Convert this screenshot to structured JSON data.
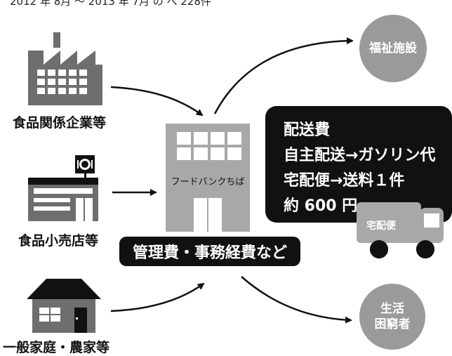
{
  "header_fragment": "2012 年 8月 ～ 2013 年 7月 の べ 228件",
  "sources": {
    "food_companies": "食品関係企業等",
    "food_retail": "食品小売店等",
    "households": "一般家庭・農家等"
  },
  "center": {
    "name": "フードバンクちば",
    "management_label": "管理費・事務経費など"
  },
  "destinations": {
    "welfare": "福祉施設",
    "needy": [
      "生活",
      "困窮者"
    ]
  },
  "delivery_box": {
    "lines": [
      "配送費",
      "自主配送→ガソリン代",
      "宅配便→送料１件",
      "約 600 円"
    ]
  },
  "truck_label": "宅配便",
  "colors": {
    "building_gray": "#6e6e6e",
    "light_building_gray": "#a8a8a8",
    "circle_gray": "#9a9a9a",
    "black": "#111111"
  }
}
